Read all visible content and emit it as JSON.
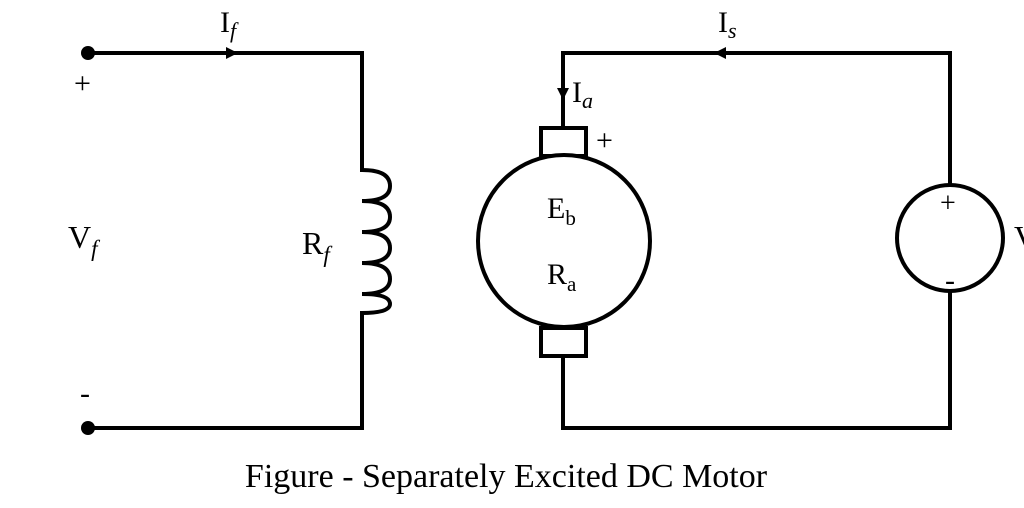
{
  "diagram": {
    "caption": "Figure - Separately Excited DC Motor",
    "field_circuit": {
      "voltage_label": "V",
      "voltage_subscript": "f",
      "plus_sign": "+",
      "minus_sign": "-",
      "current_label": "I",
      "current_subscript": "f",
      "resistance_label": "R",
      "resistance_subscript": "f"
    },
    "armature_circuit": {
      "supply_current_label": "I",
      "supply_current_subscript": "s",
      "armature_current_label": "I",
      "armature_current_subscript": "a",
      "brush_plus_sign": "+",
      "back_emf_label": "E",
      "back_emf_subscript": "b",
      "armature_resistance_label": "R",
      "armature_resistance_subscript": "a",
      "source_plus_sign": "+",
      "source_minus_sign": "-",
      "source_label": "V"
    }
  }
}
